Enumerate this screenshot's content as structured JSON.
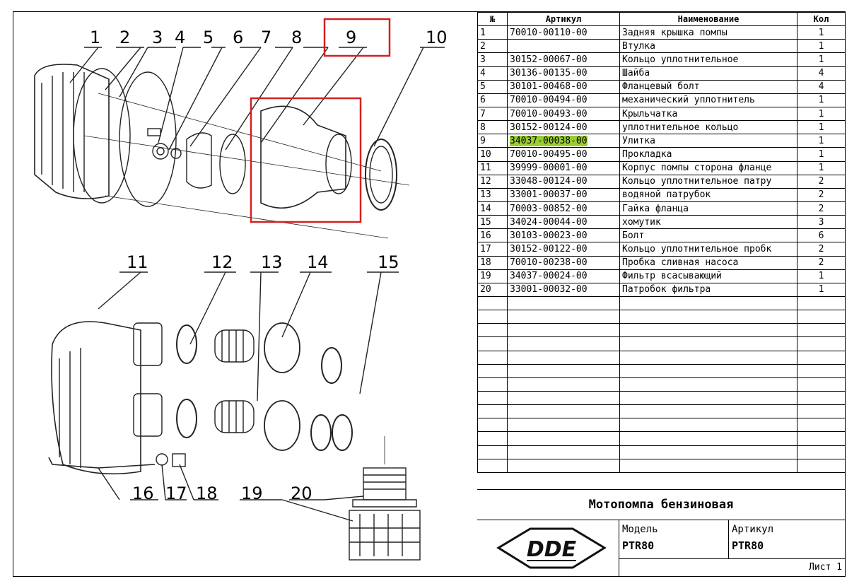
{
  "callouts_top": [
    "1",
    "2",
    "3",
    "4",
    "5",
    "6",
    "7",
    "8",
    "9",
    "10"
  ],
  "callouts_bottom": [
    "11",
    "12",
    "13",
    "14",
    "15",
    "16",
    "17",
    "18",
    "19",
    "20"
  ],
  "table": {
    "headers": [
      "№",
      "Артикул",
      "Наименование",
      "Кол"
    ],
    "rows": [
      {
        "num": "1",
        "article": "70010-00110-00",
        "name": "Задняя крышка помпы",
        "qty": "1"
      },
      {
        "num": "2",
        "article": "",
        "name": "Втулка",
        "qty": "1"
      },
      {
        "num": "3",
        "article": "30152-00067-00",
        "name": "Кольцо уплотнительное",
        "qty": "1"
      },
      {
        "num": "4",
        "article": "30136-00135-00",
        "name": "Шайба",
        "qty": "4"
      },
      {
        "num": "5",
        "article": "30101-00468-00",
        "name": "Фланцевый болт",
        "qty": "4"
      },
      {
        "num": "6",
        "article": "70010-00494-00",
        "name": "механический уплотнитель",
        "qty": "1"
      },
      {
        "num": "7",
        "article": "70010-00493-00",
        "name": "Крыльчатка",
        "qty": "1"
      },
      {
        "num": "8",
        "article": "30152-00124-00",
        "name": "уплотнительное кольцо",
        "qty": "1"
      },
      {
        "num": "9",
        "article": "34037-00038-00",
        "name": "Улитка",
        "qty": "1"
      },
      {
        "num": "10",
        "article": "70010-00495-00",
        "name": "Прокладка",
        "qty": "1"
      },
      {
        "num": "11",
        "article": "39999-00001-00",
        "name": "Корпус помпы сторона фланце",
        "qty": "1"
      },
      {
        "num": "12",
        "article": "33048-00124-00",
        "name": "Кольцо уплотнительное патру",
        "qty": "2"
      },
      {
        "num": "13",
        "article": "33001-00037-00",
        "name": "водяной патрубок",
        "qty": "2"
      },
      {
        "num": "14",
        "article": "70003-00852-00",
        "name": "Гайка фланца",
        "qty": "2"
      },
      {
        "num": "15",
        "article": "34024-00044-00",
        "name": "хомутик",
        "qty": "3"
      },
      {
        "num": "16",
        "article": "30103-00023-00",
        "name": "Болт",
        "qty": "6"
      },
      {
        "num": "17",
        "article": "30152-00122-00",
        "name": "Кольцо уплотнительное пробк",
        "qty": "2"
      },
      {
        "num": "18",
        "article": "70010-00238-00",
        "name": "Пробка сливная насоса",
        "qty": "2"
      },
      {
        "num": "19",
        "article": "34037-00024-00",
        "name": "Фильтр всасывающий",
        "qty": "1"
      },
      {
        "num": "20",
        "article": "33001-00032-00",
        "name": "Патробок фильтра",
        "qty": "1"
      }
    ],
    "highlight_color": "#9acd32",
    "highlight_color_box": "#d42020"
  },
  "titleblock": {
    "title": "Мотопомпа бензиновая",
    "logo_text": "DDE",
    "model_label": "Модель",
    "model_value": "PTR80",
    "article_label": "Артикул",
    "article_value": "PTR80",
    "sheet": "Лист 1"
  }
}
